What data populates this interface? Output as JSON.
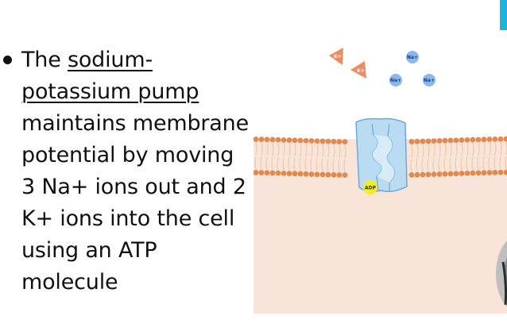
{
  "slide": {
    "bullet": {
      "prefix": "The ",
      "link_text_line1": "sodium-",
      "link_text_line2": "potassium pump",
      "body_lines": [
        "maintains membrane",
        "potential by moving",
        "3 Na+ ions out and 2",
        "K+ ions into the cell",
        "using an ATP",
        "molecule"
      ]
    },
    "diagram": {
      "ions": {
        "na_label": "Na+",
        "k_label": "K+",
        "adp_label": "ADP"
      }
    },
    "colors": {
      "accent": "#1fb3d9",
      "cytoplasm": "#f8e4d8",
      "lipid_head": "#e08a4e",
      "lipid_tail": "#f0c9a8",
      "pump": "#b9dcf2",
      "pump_stroke": "#6fa8d6",
      "na_ion": "#8ab8ee",
      "k_ion": "#f08a63",
      "adp": "#f5ee1e"
    }
  }
}
